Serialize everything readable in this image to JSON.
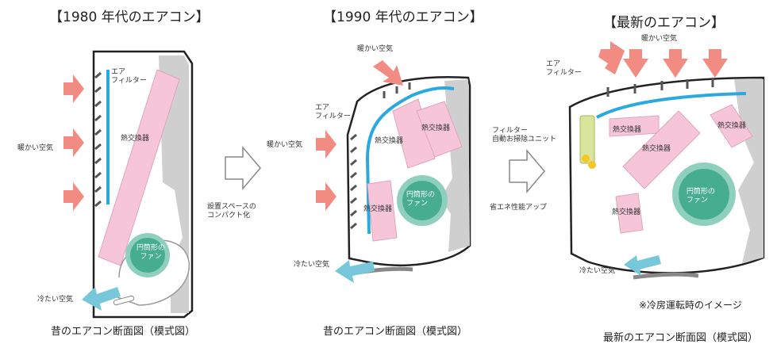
{
  "panels": [
    {
      "title": "【1980 年代のエアコン】",
      "labels": {
        "filter": "エア\nフィルター",
        "heat_exchanger": "熱交換器",
        "warm_air": "暖かい空気",
        "fan": "円筒形の\nファン",
        "cold_air": "冷たい空気"
      },
      "caption": "昔のエアコン断面図（模式図）"
    },
    {
      "title": "【1990 年代のエアコン】",
      "labels": {
        "warm_air_top": "暖かい空気",
        "filter": "エア\nフィルター",
        "heat_exchanger_a": "熱交換器",
        "heat_exchanger_b": "熱交換器",
        "warm_air": "暖かい空気",
        "heat_exchanger_c": "熱交換器",
        "fan": "円筒形の\nファン",
        "cold_air": "冷たい空気"
      },
      "caption": "昔のエアコン断面図（模式図）"
    },
    {
      "title": "【最新のエアコン】",
      "labels": {
        "warm_air_top": "暖かい空気",
        "filter": "エア\nフィルター",
        "heat_exchanger_a": "熱交換器",
        "heat_exchanger_b": "熱交換器",
        "heat_exchanger_c": "熱交換器",
        "heat_exchanger_d": "熱交換器",
        "fan": "円筒形の\nファン",
        "cold_air": "冷たい空気"
      },
      "note": "※冷房運転時のイメージ",
      "caption": "最新のエアコン断面図（模式図）"
    }
  ],
  "transitions": [
    {
      "label": "設置スペースの\nコンパクト化"
    },
    {
      "label_top": "フィルター\n自動お掃除ユニット",
      "label_bottom": "省エネ性能アップ"
    }
  ],
  "colors": {
    "warm_arrow": "#f28b82",
    "cold_arrow": "#76c7d9",
    "heat_exchanger": "#f6c6d8",
    "fan_outer": "#6fbfa8",
    "fan_inner": "#3ea98a",
    "filter": "#2aa8e0",
    "body": "#ffffff",
    "shade": "#d0d0d0",
    "cleaning_unit": "#d8e59a"
  }
}
